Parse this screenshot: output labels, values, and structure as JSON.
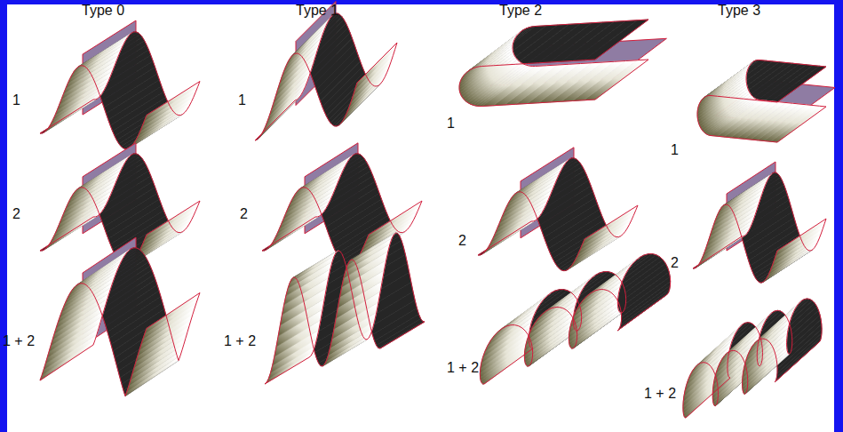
{
  "diagram": {
    "labels": [
      "Type 0",
      "Type 1",
      "Type 2",
      "Type 3",
      "1",
      "2",
      "1 + 2",
      "1",
      "2",
      "1 + 2",
      "1",
      "2",
      "1 + 2",
      "1",
      "2",
      "1 + 2"
    ]
  }
}
